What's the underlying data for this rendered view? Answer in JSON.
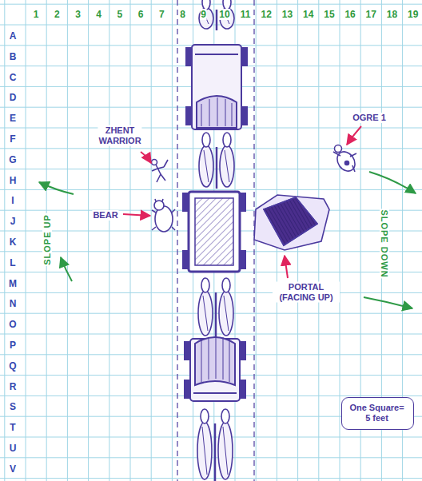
{
  "diagram": {
    "nodes": [
      {
        "text": [
          "One Square= 5 feet"
        ]
      }
    ],
    "labels": [
      "1",
      "2",
      "3",
      "4",
      "5",
      "6",
      "7",
      "8",
      "9",
      "10",
      "11",
      "12",
      "13",
      "14",
      "15",
      "16",
      "17",
      "18",
      "19",
      "A",
      "B",
      "C",
      "D",
      "E",
      "F",
      "G",
      "H",
      "I",
      "J",
      "K",
      "L",
      "M",
      "N",
      "O",
      "P",
      "Q",
      "R",
      "S",
      "T",
      "U",
      "V",
      "ZHENT WARRIOR",
      "OGRE 1",
      "BEAR",
      "SLOPE UP",
      "SLOPE DOWN",
      "PORTAL (FACING UP)"
    ]
  }
}
